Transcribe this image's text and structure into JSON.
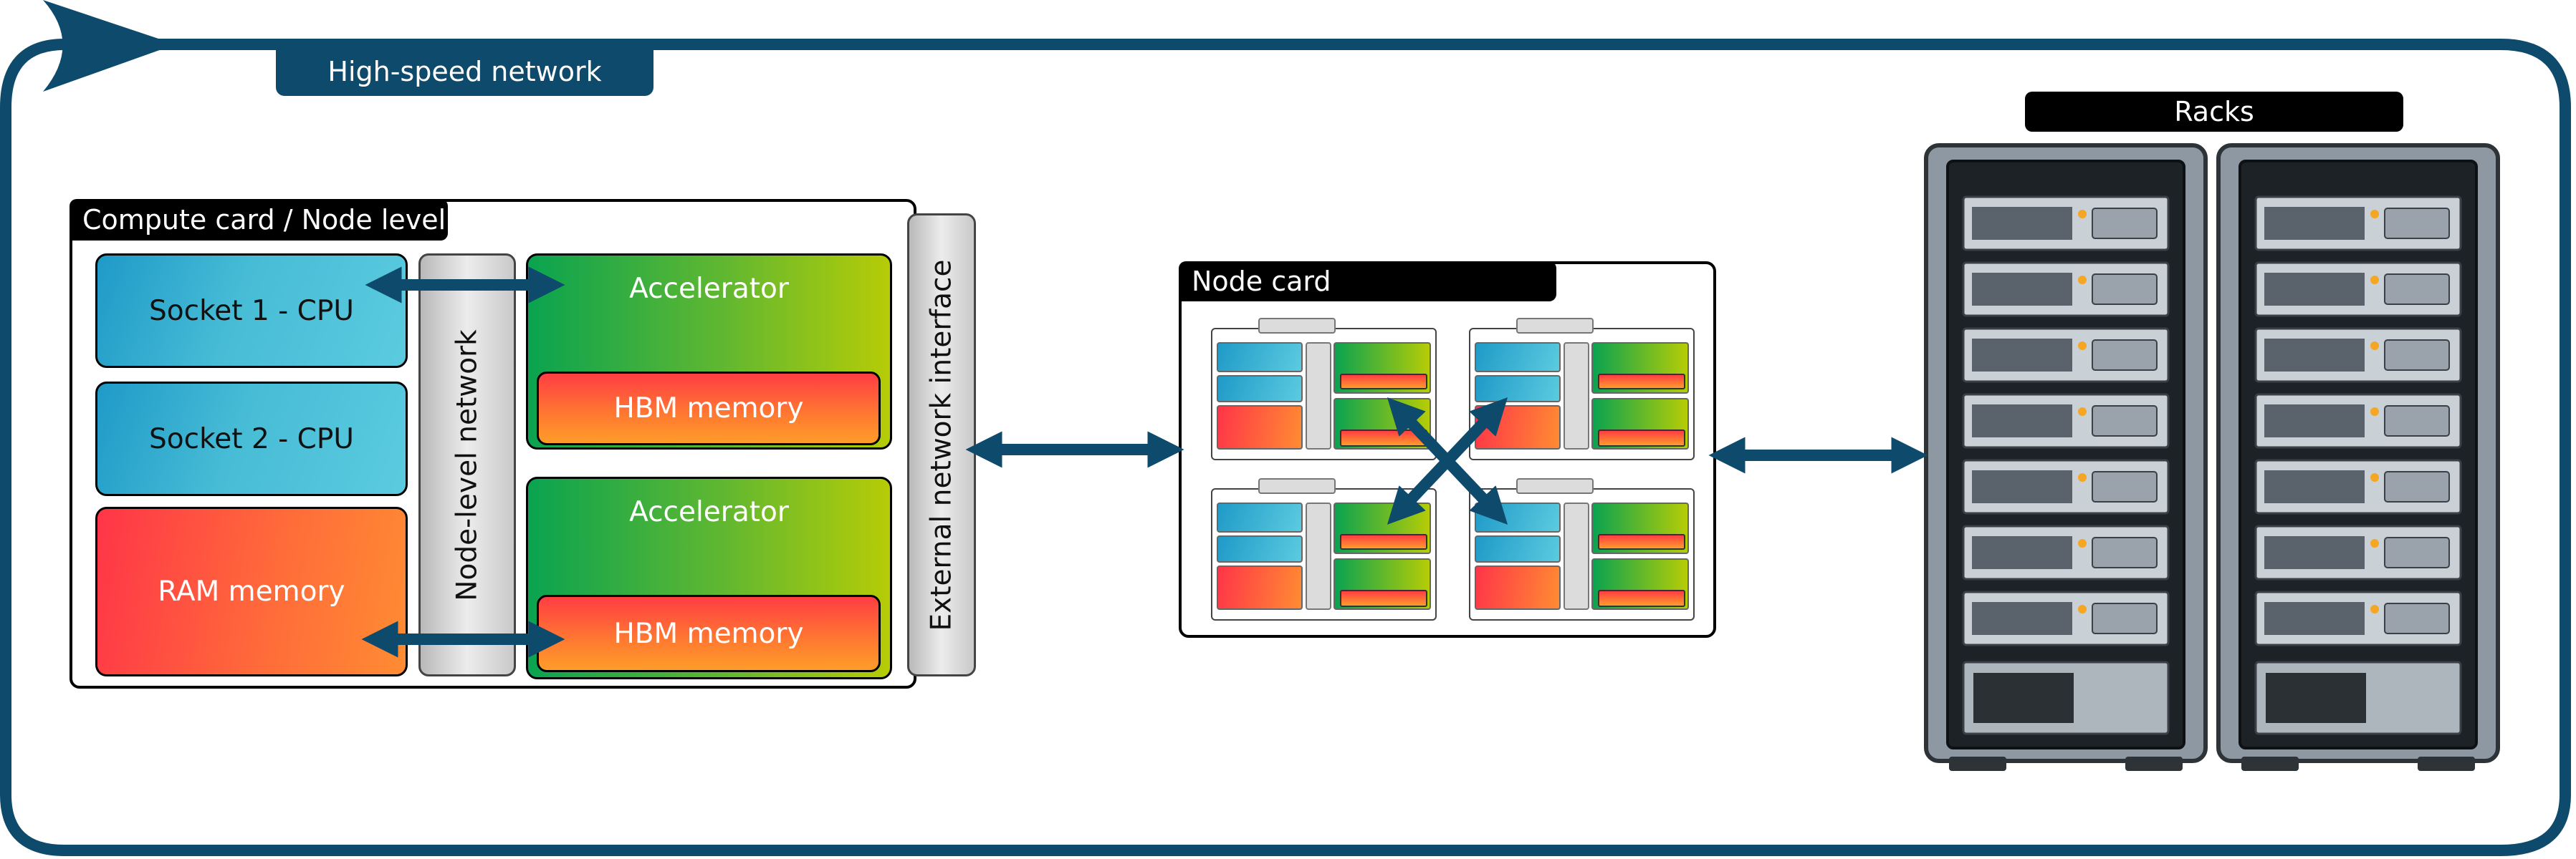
{
  "network": {
    "label": "High-speed network",
    "color": "#0d4a6b"
  },
  "compute_card": {
    "title": "Compute card / Node level",
    "socket1": "Socket 1 - CPU",
    "socket2": "Socket 2 - CPU",
    "ram": "RAM memory",
    "node_network": "Node-level network",
    "accelerator_top": "Accelerator",
    "hbm_top": "HBM memory",
    "accelerator_bottom": "Accelerator",
    "hbm_bottom": "HBM memory",
    "external_interface": "External network interface"
  },
  "node_card": {
    "title": "Node card"
  },
  "racks": {
    "title": "Racks"
  },
  "colors": {
    "cpu": "#47bcd6",
    "memory": "#ff6a3a",
    "accelerator": "#62b830",
    "arrow": "#0d4a6b"
  }
}
